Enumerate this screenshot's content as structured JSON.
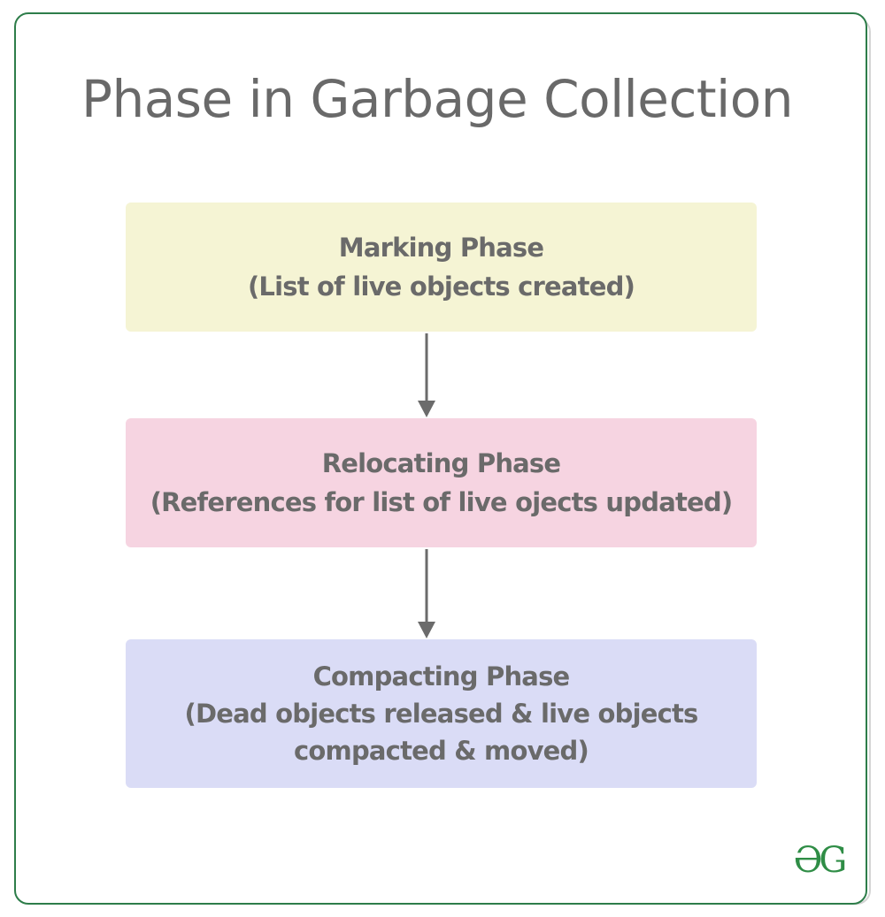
{
  "title": "Phase in Garbage Collection",
  "phases": [
    {
      "name": "Marking Phase",
      "description": [
        "(List of live objects created)"
      ],
      "color": "#f5f4d4"
    },
    {
      "name": "Relocating Phase",
      "description": [
        "(References for list of live ojects updated)"
      ],
      "color": "#f6d4e1"
    },
    {
      "name": "Compacting Phase",
      "description": [
        "(Dead objects released & live objects",
        "compacted & moved)"
      ],
      "color": "#dadcf6"
    }
  ],
  "logo": {
    "text": "ƏG",
    "color": "#2f8d46"
  },
  "border_color": "#2e7d4a",
  "arrow_color": "#6b6b6b",
  "text_color": "#6a6a6a"
}
